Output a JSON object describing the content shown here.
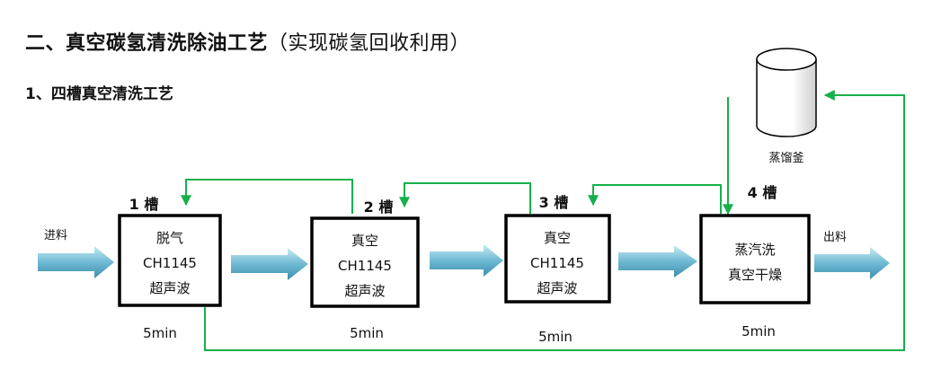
{
  "title": {
    "main": "二、真空碳氢清洗除油工艺",
    "paren": "（实现碳氢回收利用）"
  },
  "subtitle": "1、四槽真空清洗工艺",
  "input_label": "进料",
  "output_label": "出料",
  "distiller_label": "蒸馏釜",
  "tanks": [
    {
      "name": "1 槽",
      "lines": [
        "脱气",
        "CH1145",
        "超声波"
      ],
      "time": "5min"
    },
    {
      "name": "2 槽",
      "lines": [
        "真空",
        "CH1145",
        "超声波"
      ],
      "time": "5min"
    },
    {
      "name": "3 槽",
      "lines": [
        "真空",
        "CH1145",
        "超声波"
      ],
      "time": "5min"
    },
    {
      "name": "4 槽",
      "lines": [
        "蒸汽洗",
        "真空干燥"
      ],
      "time": "5min"
    }
  ],
  "colors": {
    "flow_line": "#16b04a",
    "arrow_light": "#a7dbe8",
    "arrow_dark": "#3d8fad"
  }
}
